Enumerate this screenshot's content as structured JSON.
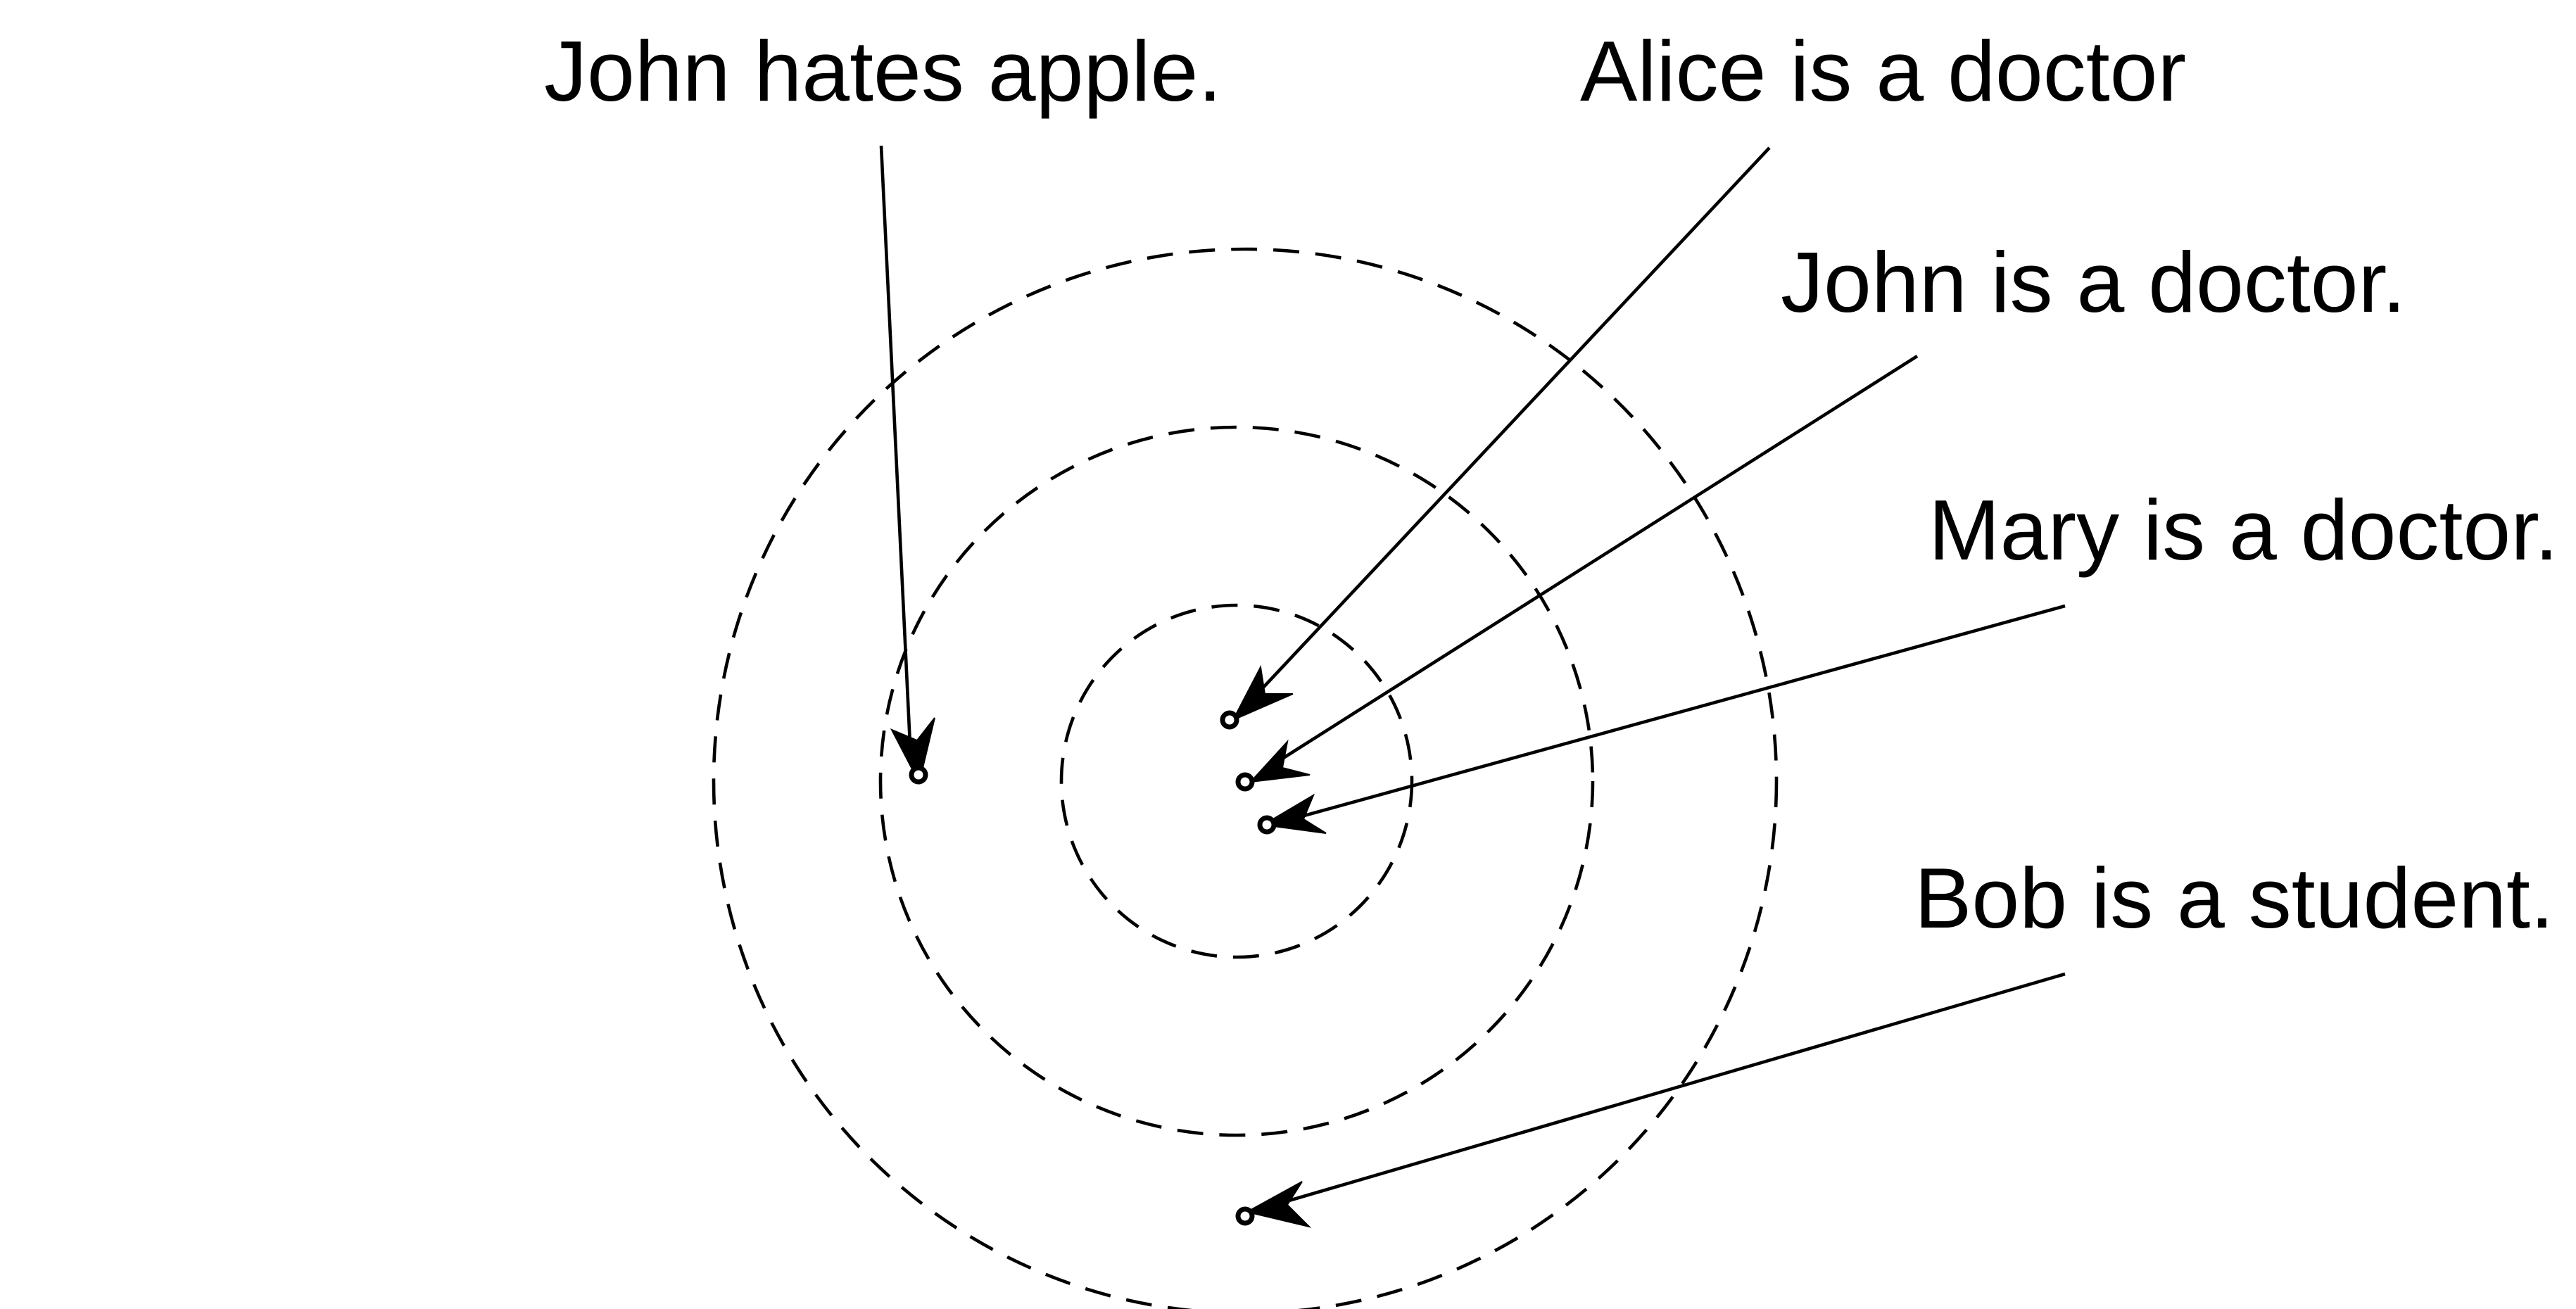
{
  "labels": {
    "john_hates_apple": "John hates apple.",
    "alice_is_a_doctor": "Alice is a doctor",
    "john_is_a_doctor": "John is a doctor.",
    "mary_is_a_doctor": "Mary is a doctor.",
    "bob_is_a_student": "Bob is a student."
  },
  "style": {
    "stroke_color": "#000000",
    "background_color": "#ffffff"
  }
}
